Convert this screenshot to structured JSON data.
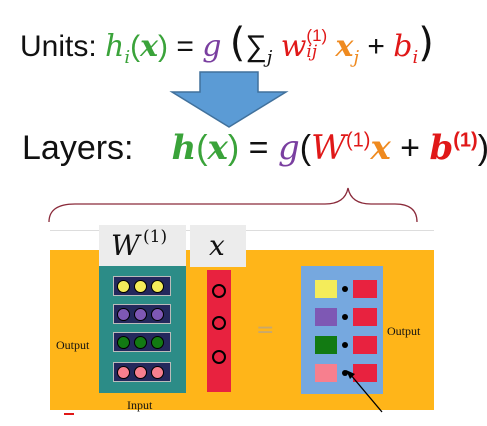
{
  "units_equation": {
    "label": "Units:",
    "h": "h",
    "h_sub": "i",
    "open_paren": "(",
    "x": "x",
    "close_paren": ")",
    "equals": "=",
    "g": "g",
    "sum_sym": "∑",
    "sum_sub": "j",
    "w": "w",
    "w_sup": "(1)",
    "w_sub": "ij",
    "xj": "x",
    "xj_sub": "j",
    "plus": "+",
    "b": "b",
    "b_sub": "i"
  },
  "layers_equation": {
    "label": "Layers:",
    "h": "h",
    "open_paren": "(",
    "x": "x",
    "close_paren": ")",
    "equals": "=",
    "g": "g",
    "W": "W",
    "W_sup": "(1)",
    "x2": "x",
    "plus": "+",
    "b": "b",
    "b_sup": "(1)"
  },
  "diagram": {
    "w_label": "W",
    "w_label_sup": "(1)",
    "x_label": "x",
    "equals": "=",
    "output_left": "Output",
    "output_right": "Output",
    "input": "Input",
    "row_colors": [
      [
        "#f4ec5a",
        "#f4ec5a",
        "#f4ec5a"
      ],
      [
        "#7e58b4",
        "#7e58b4",
        "#7e58b4"
      ],
      [
        "#127a12",
        "#127a12",
        "#127a12"
      ],
      [
        "#f77f8e",
        "#f77f8e",
        "#f77f8e"
      ]
    ],
    "result_colors": [
      "#f4ec5a",
      "#7e58b4",
      "#127a12",
      "#f77f8e"
    ]
  }
}
